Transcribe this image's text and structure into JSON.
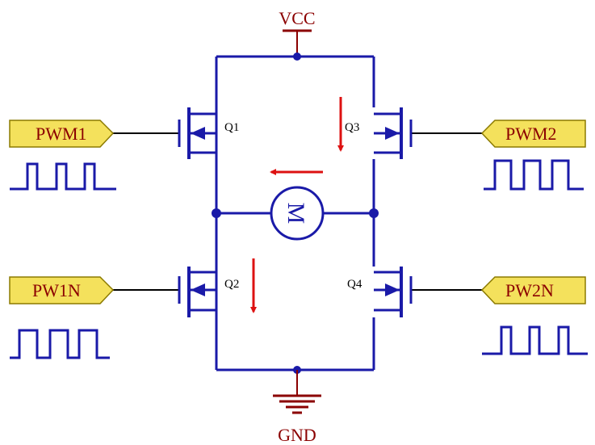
{
  "supply": {
    "top_label": "VCC",
    "bottom_label": "GND"
  },
  "transistors": {
    "q1": "Q1",
    "q2": "Q2",
    "q3": "Q3",
    "q4": "Q4"
  },
  "inputs": {
    "left_top": "PWM1",
    "right_top": "PWM2",
    "left_bottom": "PW1N",
    "right_bottom": "PW2N"
  },
  "motor": {
    "label": "M"
  },
  "colors": {
    "wire": "#1a1aa8",
    "lead": "#000000",
    "supply": "#8b0000",
    "arrow": "#dd1111",
    "tag_fill": "#f4e15c",
    "tag_stroke": "#8b7a00",
    "label_text": "#8b0000"
  }
}
